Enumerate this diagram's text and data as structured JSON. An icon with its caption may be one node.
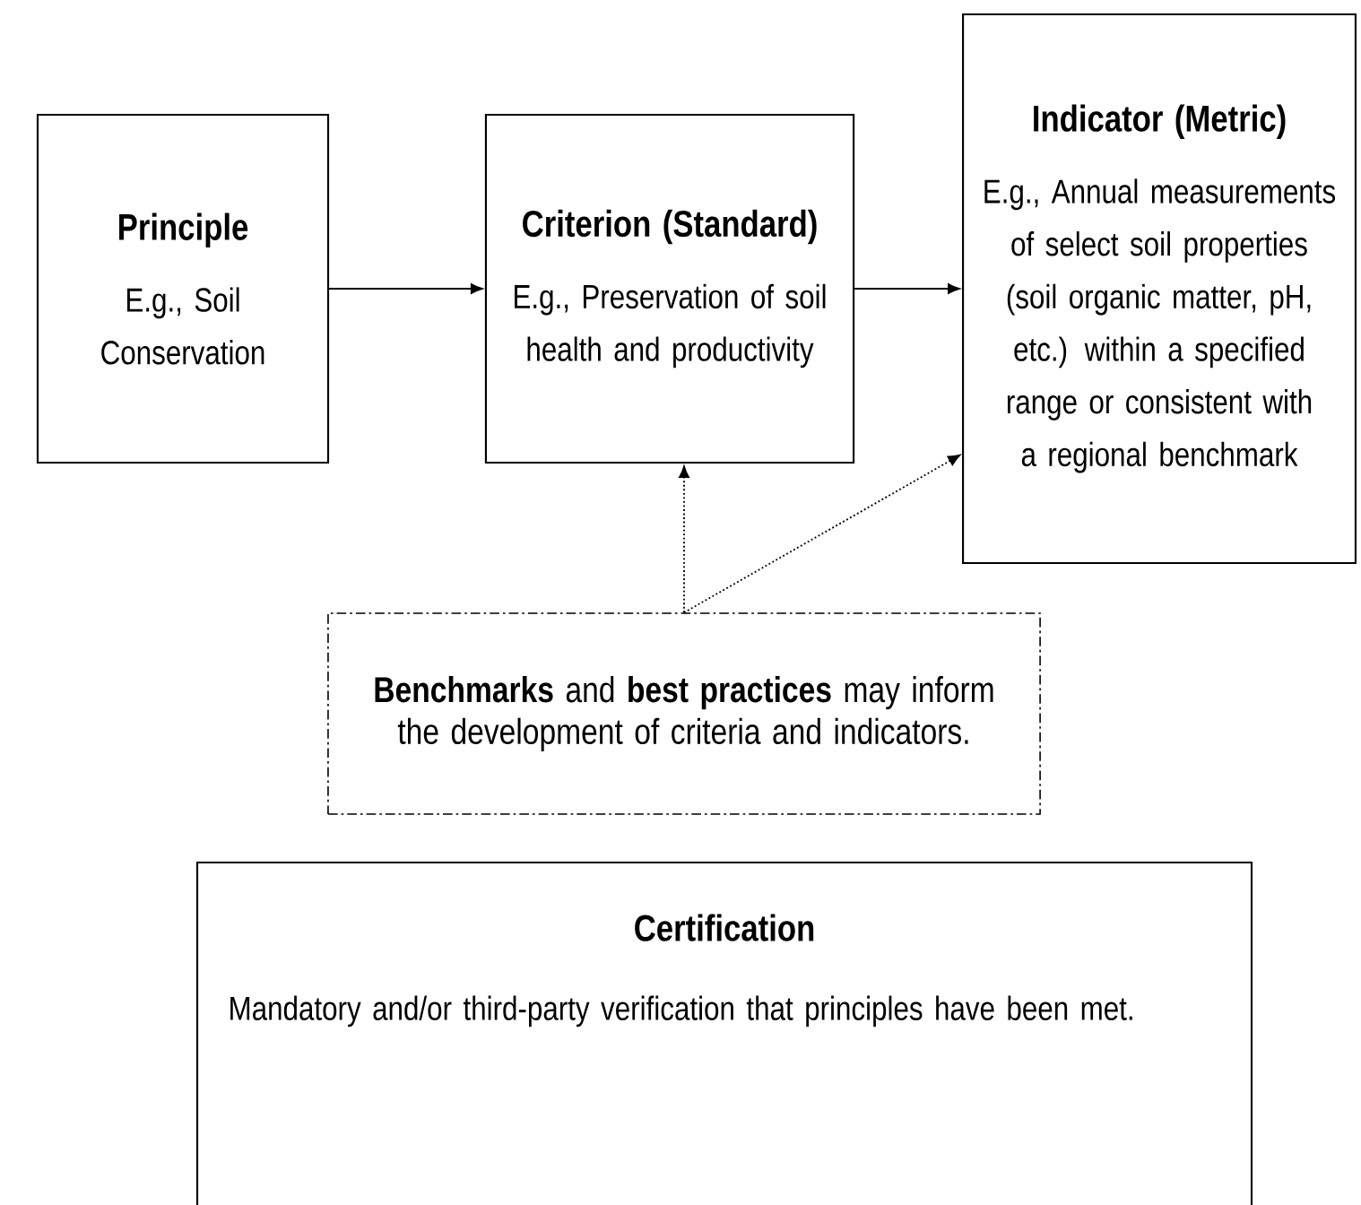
{
  "diagram": {
    "nodes": [
      {
        "text": [
          "Principle",
          "E.g., Soil Conservation"
        ]
      },
      {
        "text": [
          "Criterion (Standard)",
          "E.g., Preservation of soil health and productivity"
        ]
      },
      {
        "text": [
          "Indicator (Metric)",
          "E.g., Annual measurements of select soil properties (soil organic matter, pH, etc.) within a specified range or consistent with a regional benchmark"
        ]
      },
      {
        "text": [
          "**Benchmarks** and **best practices** may inform the development of criteria and indicators."
        ]
      },
      {
        "text": [
          "Certification",
          "Mandatory and/or third-party verification that principles have been met."
        ]
      }
    ],
    "edges": [
      {
        "from": 0,
        "to": 1,
        "arrow": "to"
      },
      {
        "from": 1,
        "to": 2,
        "arrow": "to"
      },
      {
        "from": 3,
        "to": 1,
        "arrow": "to",
        "style": "dashed"
      },
      {
        "from": 3,
        "to": 2,
        "arrow": "to",
        "style": "dashed"
      }
    ]
  }
}
